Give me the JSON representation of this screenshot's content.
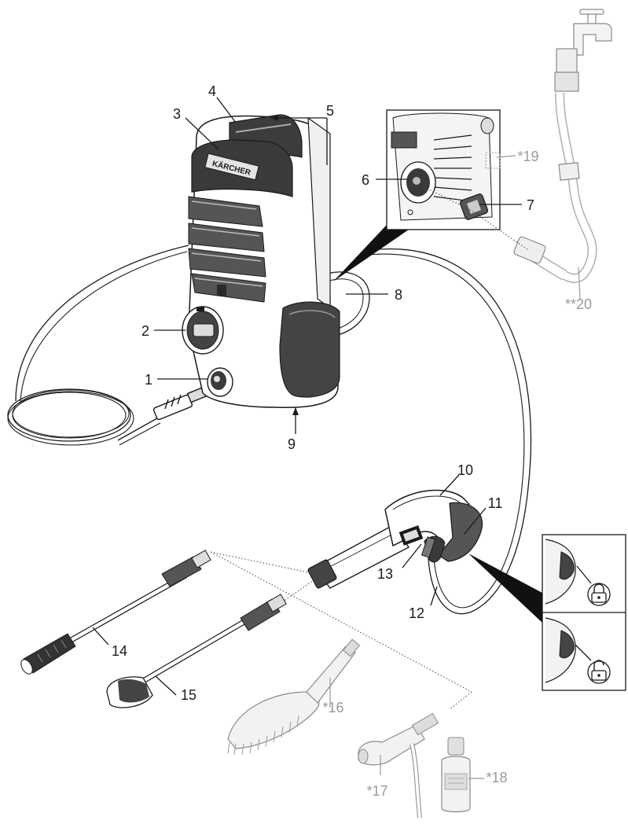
{
  "brand_logo_text": "KÄRCHER",
  "labels": {
    "l1": "1",
    "l2": "2",
    "l3": "3",
    "l4": "4",
    "l5": "5",
    "l6": "6",
    "l7": "7",
    "l8": "8",
    "l9": "9",
    "l10": "10",
    "l11": "11",
    "l12": "12",
    "l13": "13",
    "l14": "14",
    "l15": "15",
    "l16": "*16",
    "l17": "*17",
    "l18": "*18",
    "l19": "*19",
    "l20": "**20"
  },
  "colors": {
    "line": "#1a1a1a",
    "optional_part": "#9a9a9a",
    "fill_dark": "#3c3c3c",
    "fill_light": "#e6e6e6"
  },
  "icons": [
    "locked-padlock-icon",
    "unlocked-padlock-icon",
    "water-tap-icon"
  ]
}
